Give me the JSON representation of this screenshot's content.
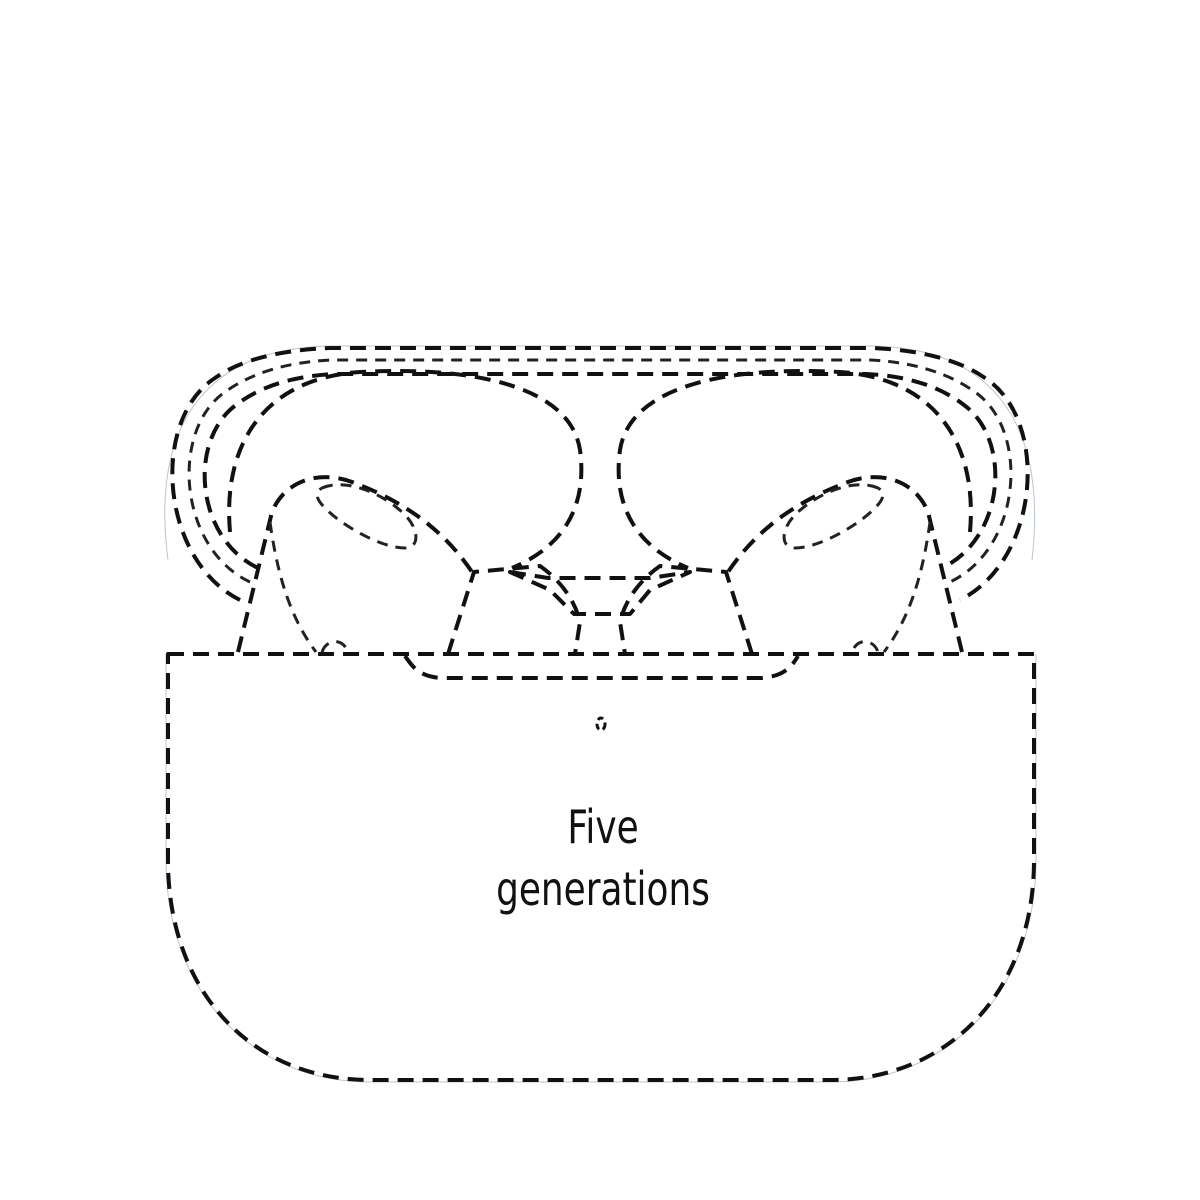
{
  "caption": {
    "line1": "Five",
    "line2": "generations"
  },
  "drawing": {
    "subject": "earbuds charging case with lid open (dashed cutting outline)",
    "line_color": "#111111",
    "background": "#ffffff"
  }
}
